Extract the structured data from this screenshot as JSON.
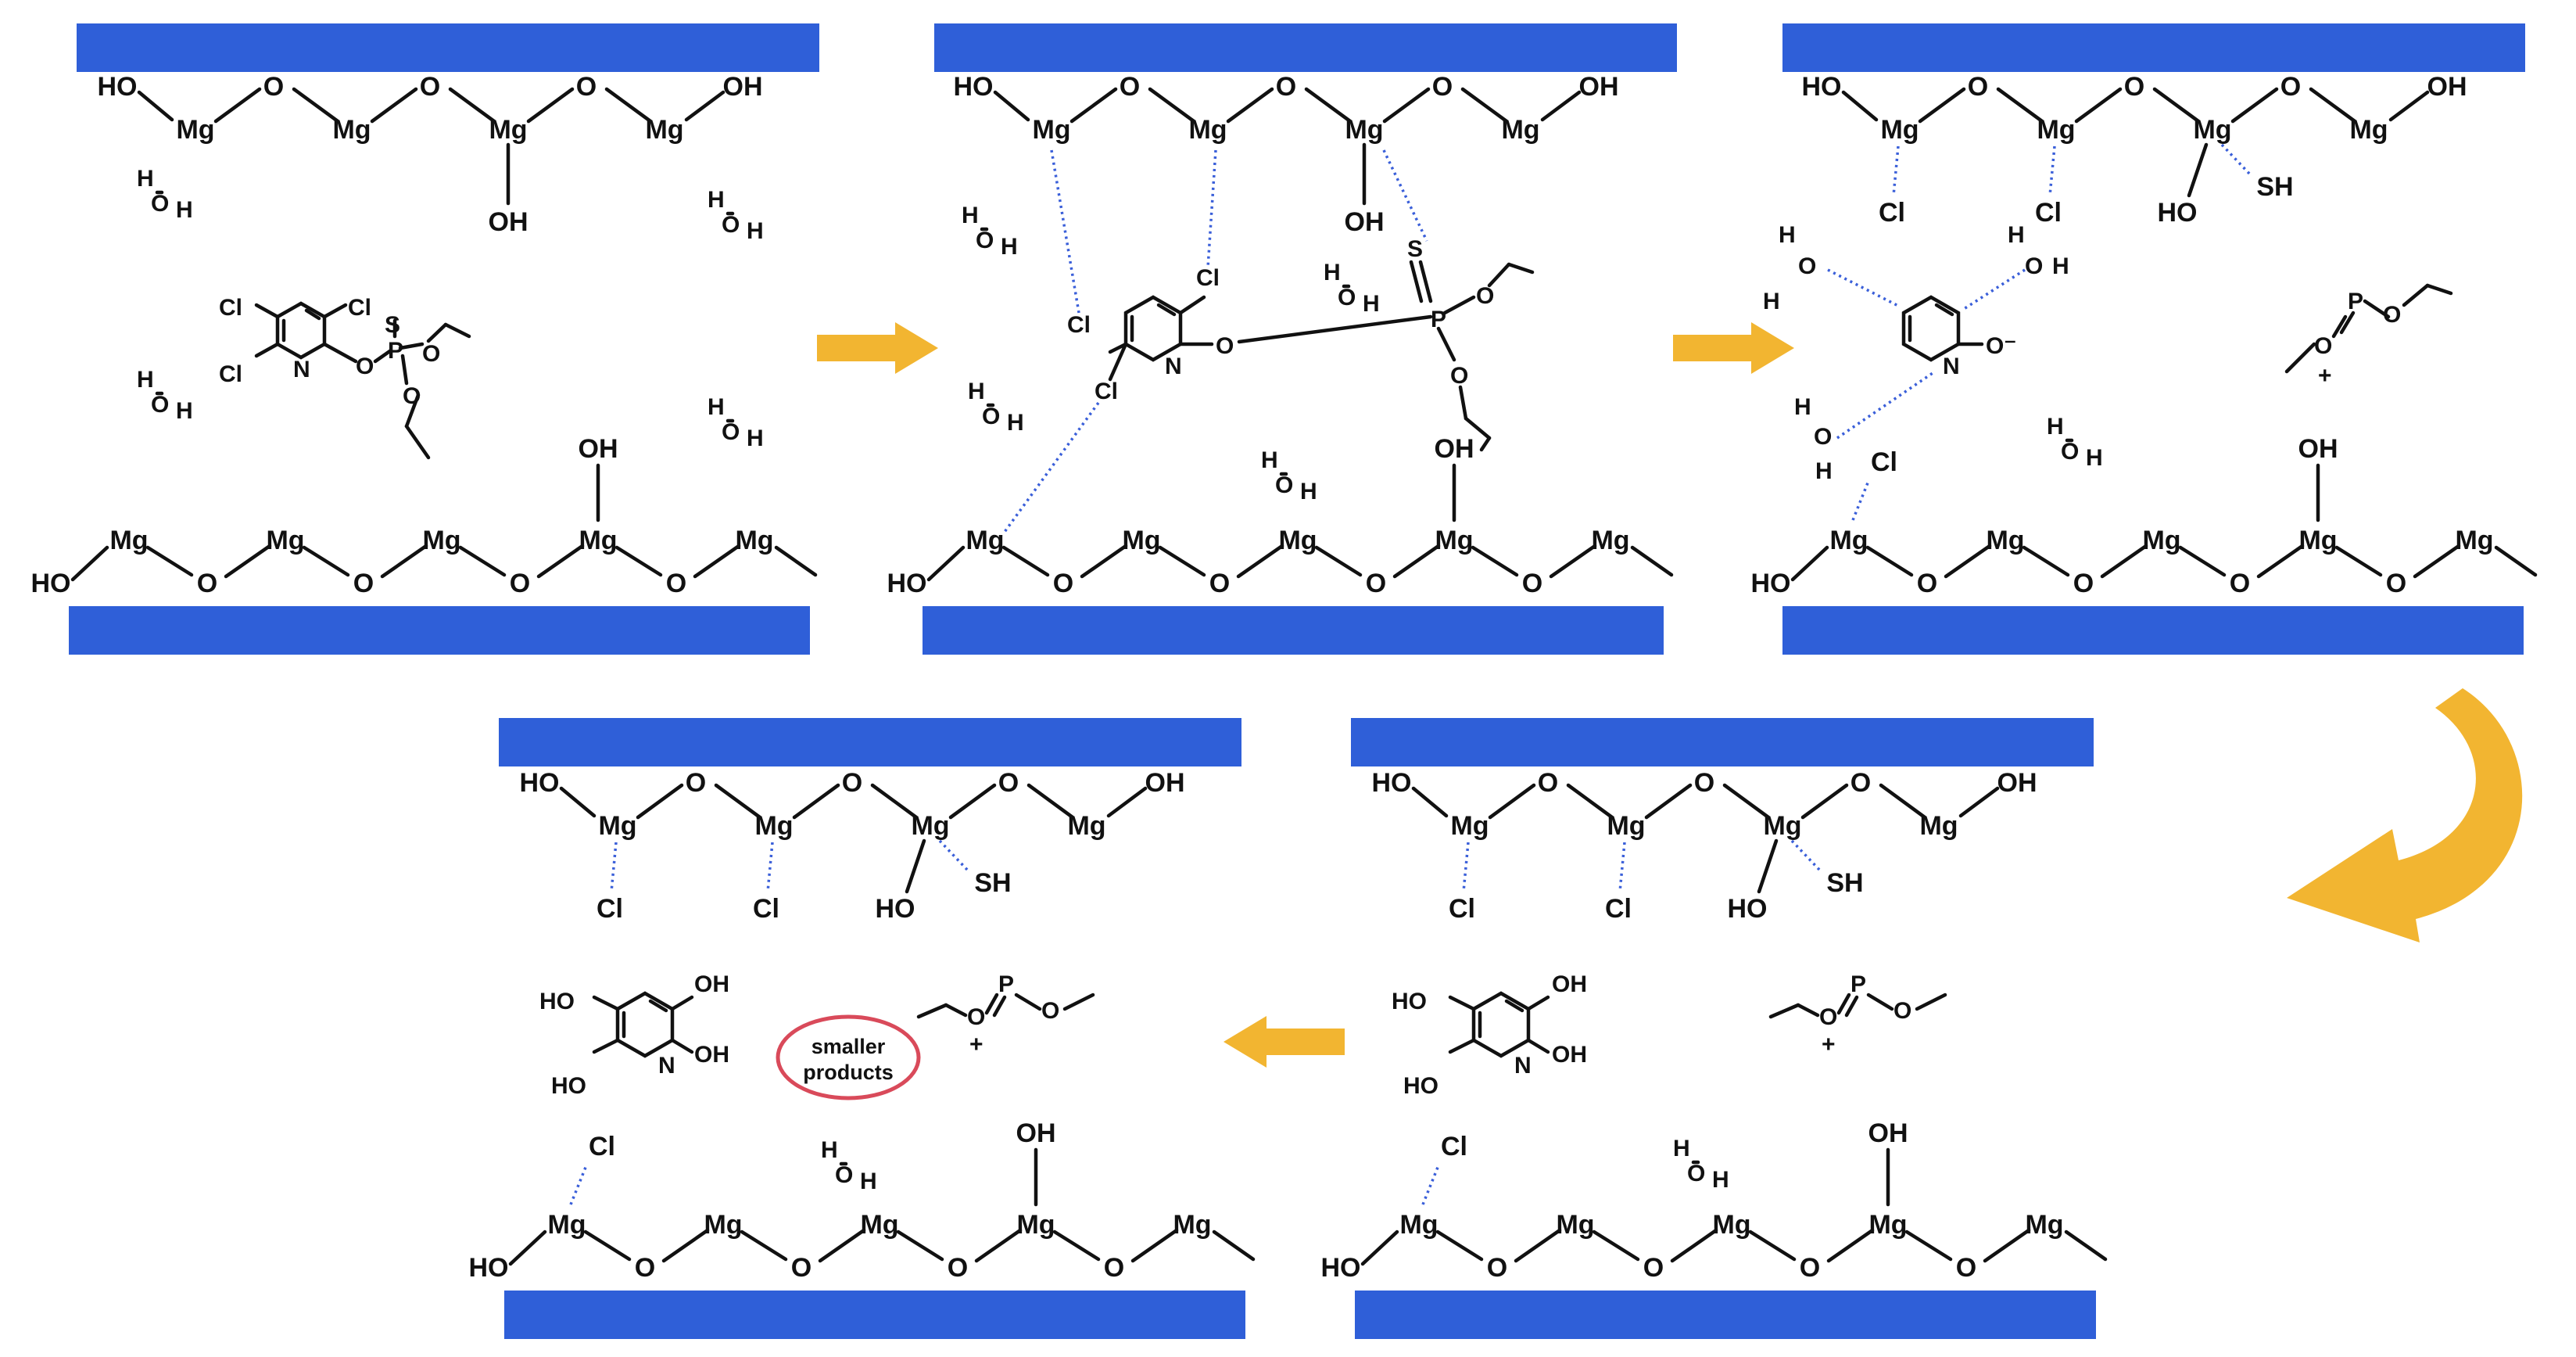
{
  "colors": {
    "slab": "#2f5fd8",
    "arrow": "#f2b531",
    "hbond": "#3a5fd9",
    "ellipse": "#d94a5a",
    "ellipse_text": "#2f5fd8"
  },
  "atoms": {
    "mg": "Mg",
    "o": "O",
    "oh": "OH",
    "ho": "HO",
    "h": "H",
    "cl": "Cl",
    "s": "S",
    "sh": "SH",
    "p": "P",
    "n": "N",
    "o_minus": "O⁻",
    "plus": "+"
  },
  "smaller_products": {
    "line1": "smaller",
    "line2": "products"
  },
  "arrows": [
    {
      "direction": "right",
      "from": "panel-1",
      "to": "panel-2"
    },
    {
      "direction": "right",
      "from": "panel-2",
      "to": "panel-3"
    },
    {
      "direction": "curved-down",
      "from": "panel-3",
      "to": "panel-4"
    },
    {
      "direction": "left",
      "from": "panel-4",
      "to": "panel-5"
    }
  ]
}
